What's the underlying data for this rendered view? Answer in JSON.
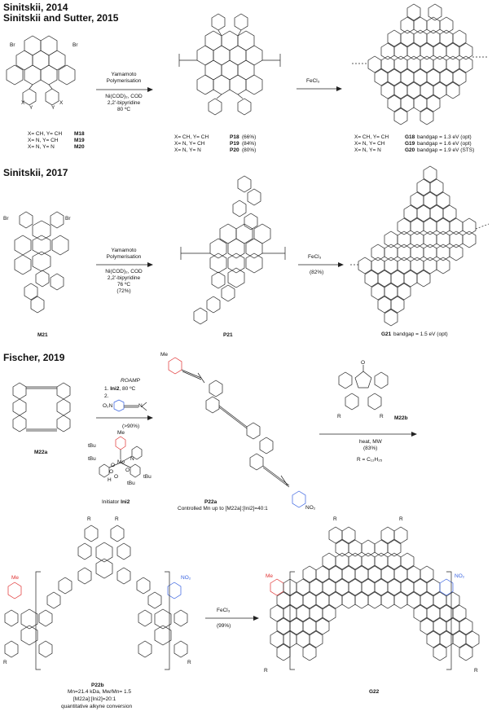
{
  "sec1": {
    "heading1": "Sinitskii, 2014",
    "heading2": "Sinitskii and Sutter, 2015",
    "monomer_atoms": [
      "Br",
      "Br",
      "X",
      "Y",
      "X",
      "Y"
    ],
    "monomer_series": [
      {
        "def": "X= CH, Y= CH",
        "label": "M18"
      },
      {
        "def": "X= N,   Y= CH",
        "label": "M19"
      },
      {
        "def": "X= N,   Y= N",
        "label": "M20"
      }
    ],
    "conditions": {
      "line1": "Yamamoto",
      "line2": "Polymerisation",
      "line3": "Ni(COD)₂, COD",
      "line4": "2,2'-bipyridine",
      "line5": "80 ºC"
    },
    "polymer_series": [
      {
        "def": "X= CH, Y= CH",
        "label": "P18",
        "yield": "(66%)"
      },
      {
        "def": "X= N,   Y= CH",
        "label": "P19",
        "yield": "(84%)"
      },
      {
        "def": "X= N,   Y= N",
        "label": "P20",
        "yield": "(80%)"
      }
    ],
    "oxidant": "FeCl₃",
    "gnr_series": [
      {
        "def": "X= CH, Y= CH",
        "label": "G18",
        "gap": "bandgap = 1.3 eV (opt)"
      },
      {
        "def": "X= N,   Y= CH",
        "label": "G19",
        "gap": "bandgap = 1.6 eV (opt)"
      },
      {
        "def": "X= N,   Y= N",
        "label": "G20",
        "gap": "bandgap = 1.9 eV (STS)"
      }
    ]
  },
  "sec2": {
    "heading": "Sinitskii, 2017",
    "monomer_atoms": [
      "Br",
      "Br"
    ],
    "monomer_label": "M21",
    "conditions": {
      "line1": "Yamamoto",
      "line2": "Polymerisation",
      "line3": "Ni(COD)₂, COD",
      "line4": "2,2'-bipyridine",
      "line5": "76 ºC",
      "line6": "(72%)"
    },
    "polymer_label": "P21",
    "oxidant": "FeCl₃",
    "oxidant_yield": "(82%)",
    "gnr_label": "G21",
    "gnr_gap": "bandgap = 1.5 eV (opt)"
  },
  "sec3": {
    "heading": "Fischer, 2019",
    "monomer_label": "M22a",
    "romp": "ROAMP",
    "step1_num": "1.",
    "step1_cat": "Ini2",
    "step1_temp": ", 80 ºC",
    "step2_num": "2.",
    "romp_yield": "(>90%)",
    "catalyst_atoms": [
      "Me",
      "tBu",
      "tBu",
      "Mo",
      "N",
      "O",
      "O",
      "O",
      "H",
      "O",
      "tBu",
      "tBu"
    ],
    "initiator_text": "Initiator",
    "initiator_label": "Ini2",
    "polymer_atoms": [
      "Me",
      "NO₂"
    ],
    "p22a_label": "P22a",
    "p22a_note": "Controlled Mn up to [M22a]:[Ini2]=40:1",
    "cpd_label": "M22b",
    "cpd_atoms": [
      "O",
      "R",
      "R"
    ],
    "da_cond1": "heat, MW",
    "da_cond2": "(83%)",
    "r_def": "R = C₁₂H₂₅",
    "p22b_atoms": [
      "R",
      "R",
      "Me",
      "NO₂",
      "R",
      "R"
    ],
    "p22b_label": "P22b",
    "p22b_mn": "Mn=21.4 kDa, Mw/Mn= 1.5",
    "p22b_ratio": "[M22a]:[Ini2]=20:1",
    "p22b_conv": "quantitative alkyne conversion",
    "oxidant": "FeCl₃",
    "oxidant_yield": "(99%)",
    "g22_atoms": [
      "R",
      "R",
      "Me",
      "NO₂",
      "R",
      "R"
    ],
    "g22_label": "G22"
  },
  "colors": {
    "methyl_tolyl": "#e03030",
    "nitrophenyl": "#3560e0",
    "ink": "#222222"
  }
}
